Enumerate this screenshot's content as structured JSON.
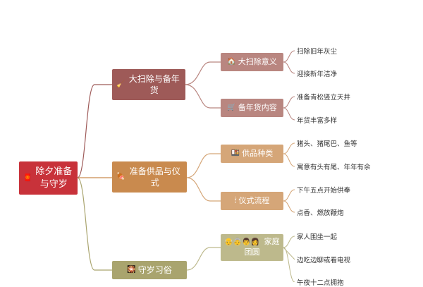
{
  "root": {
    "icon": "🧧",
    "label": "除夕准备与守岁"
  },
  "branches": [
    {
      "icon": "🧹",
      "label": "大扫除与备年货",
      "subs": [
        {
          "icon": "🏠",
          "label": "大扫除意义",
          "leaves": [
            "扫除旧年灰尘",
            "迎接新年洁净"
          ]
        },
        {
          "icon": "🛒",
          "label": "备年货内容",
          "leaves": [
            "准备青松竖立天井",
            "年货丰富多样"
          ]
        }
      ]
    },
    {
      "icon": "🍖",
      "label": "准备供品与仪式",
      "subs": [
        {
          "icon": "🍱",
          "label": "供品种类",
          "leaves": [
            "猪头、猪尾巴、鱼等",
            "寓意有头有尾、年年有余"
          ]
        },
        {
          "icon": "🕯",
          "label": "仪式流程",
          "leaves": [
            "下午五点开始供奉",
            "点香、燃放鞭炮"
          ]
        }
      ]
    },
    {
      "icon": "🎇",
      "label": "守岁习俗",
      "subs": [
        {
          "icon": "👴👵👨👩",
          "label": "家庭团圆",
          "leaves": [
            "家人围坐一起",
            "边吃边聊或看电视",
            "午夜十二点拥抱"
          ]
        }
      ]
    }
  ],
  "colors": {
    "root": "#c8323a",
    "branch1": "#9e5a58",
    "branch2": "#c98a4e",
    "branch3": "#a9a46e",
    "sub1": "#b98680",
    "sub2": "#d5a678",
    "sub3": "#bdb98c"
  }
}
